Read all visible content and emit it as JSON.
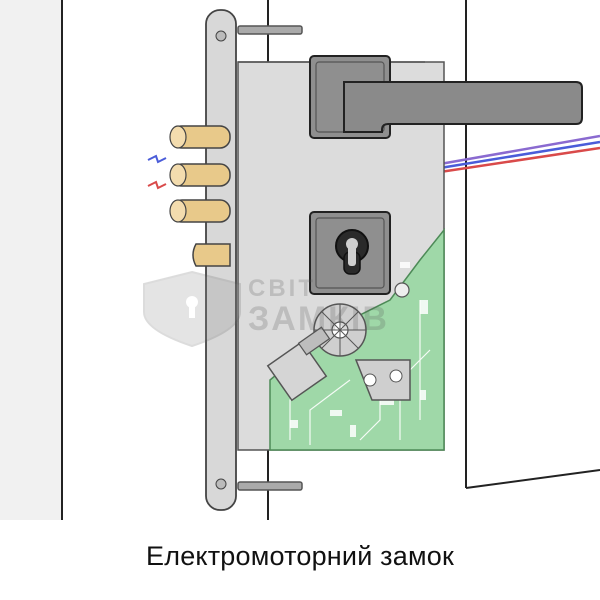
{
  "caption": "Електромоторний замок",
  "watermark": {
    "line1": "СВІТ",
    "line2": "ЗАМКІВ"
  },
  "colors": {
    "background": "#ffffff",
    "wall": "#f3f3f3",
    "door_outline": "#222222",
    "lock_body": "#dcdcdc",
    "faceplate": "#d8d8d8",
    "bolt": "#e8c98a",
    "pcb": "#9fd8a8",
    "handle": "#8a8a8a",
    "rosette": "#8f8f8f",
    "wire_red": "#d94a4a",
    "wire_blue": "#4a5cd9",
    "wire_purple": "#8a6ad0"
  },
  "icons": [
    "handle-icon",
    "cylinder-icon",
    "motor-icon",
    "circuit-board-icon",
    "bolt-icon",
    "watermark-shield-icon"
  ]
}
